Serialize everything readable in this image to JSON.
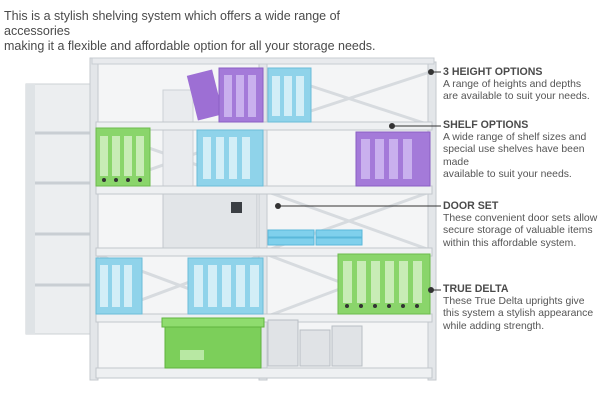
{
  "intro": {
    "line1": "This is a stylish shelving system which offers a wide range of accessories",
    "line2": "making it a flexible and affordable option for all your storage needs."
  },
  "callouts": [
    {
      "title": "3 HEIGHT OPTIONS",
      "lines": [
        "A range of heights and depths",
        "are available to suit your needs."
      ]
    },
    {
      "title": "SHELF OPTIONS",
      "lines": [
        "A wide range of shelf sizes and",
        "special use shelves have been made",
        "available to suit your needs."
      ]
    },
    {
      "title": "DOOR SET",
      "lines": [
        "These convenient door sets allow",
        "secure storage of valuable items",
        "within this affordable system."
      ]
    },
    {
      "title": "TRUE DELTA",
      "lines": [
        "These True Delta uprights give",
        "this system a stylish appearance",
        "while adding strength."
      ]
    }
  ],
  "colors": {
    "frame": "#e6e9ec",
    "frame_edge": "#c9ced3",
    "binder_blue": "#8fd3ea",
    "binder_purple": "#a47ad9",
    "binder_green": "#8ad56b",
    "box_green": "#7ccf5a",
    "tray_blue": "#7fd0ec",
    "door": "#e2e5e8",
    "leader": "#333333"
  }
}
